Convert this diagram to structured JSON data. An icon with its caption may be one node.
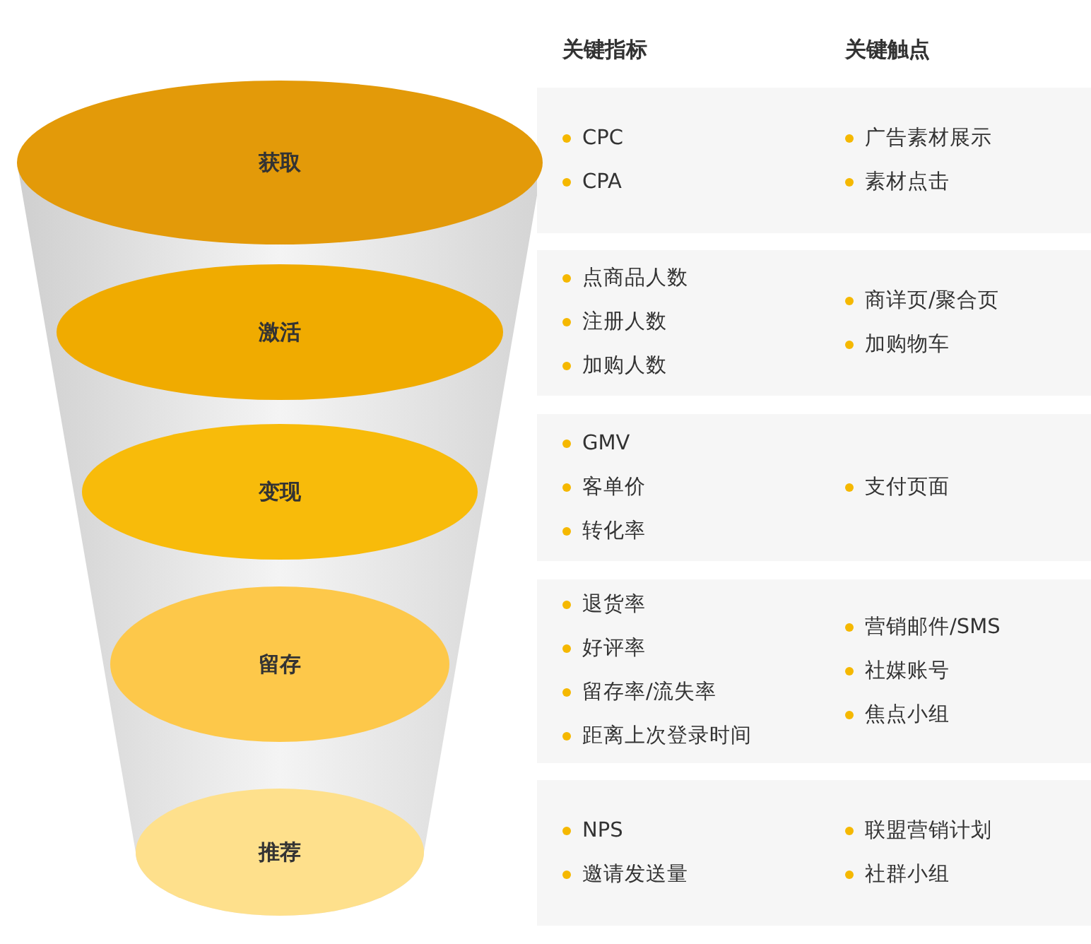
{
  "diagram": {
    "nodes": [
      {
        "text": [
          "获取"
        ]
      },
      {
        "text": [
          "激活"
        ]
      },
      {
        "text": [
          "变现"
        ]
      },
      {
        "text": [
          "留存"
        ]
      },
      {
        "text": [
          "推荐"
        ]
      },
      {
        "text": [
          "CPC",
          "CPA",
          "广告素材展示",
          "素材点击"
        ]
      },
      {
        "text": [
          "点商品人数",
          "注册人数",
          "加购人数",
          "商详页/聚合页",
          "加购物车"
        ]
      },
      {
        "text": [
          "GMV",
          "客单价",
          "转化率",
          "支付页面"
        ]
      },
      {
        "text": [
          "退货率",
          "好评率",
          "留存率/流失率",
          "距离上次登录时间",
          "营销邮件/SMS",
          "社媒账号",
          "焦点小组"
        ]
      },
      {
        "text": [
          "NPS",
          "邀请发送量",
          "联盟营销计划",
          "社群小组"
        ]
      }
    ],
    "labels": [
      "关键指标",
      "关键触点"
    ]
  }
}
